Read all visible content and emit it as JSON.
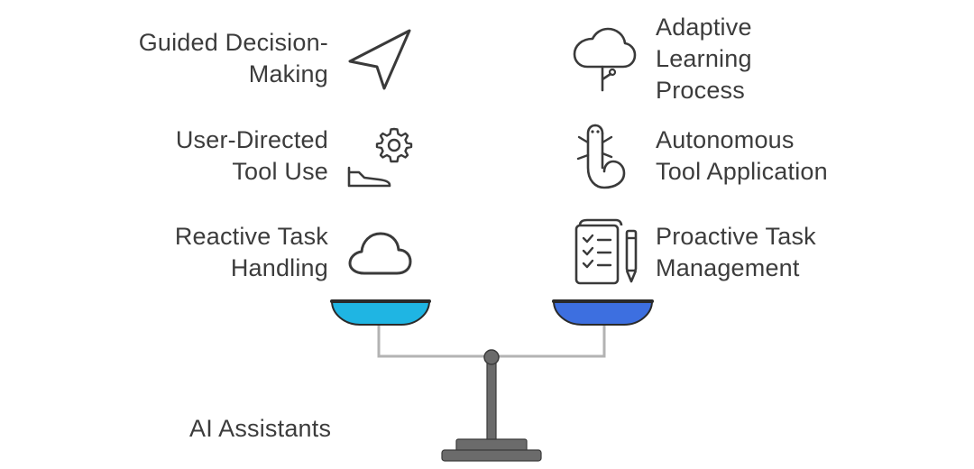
{
  "left_items": [
    {
      "line1": "Guided Decision-",
      "line2": "Making",
      "icon": "navigation-arrow-icon"
    },
    {
      "line1": "User-Directed",
      "line2": "Tool Use",
      "icon": "gear-hand-icon"
    },
    {
      "line1": "Reactive Task",
      "line2": "Handling",
      "icon": "cloud-icon"
    }
  ],
  "right_items": [
    {
      "line1": "Adaptive",
      "line2": "Learning",
      "line3": "Process",
      "icon": "cloud-tree-icon"
    },
    {
      "line1": "Autonomous",
      "line2": "Tool Application",
      "icon": "lizard-icon"
    },
    {
      "line1": "Proactive Task",
      "line2": "Management",
      "icon": "checklist-pen-icon"
    }
  ],
  "base_label": "AI Assistants",
  "colors": {
    "left_pan": "#1fb5e3",
    "right_pan": "#3d6fe0",
    "pan_rim": "#2a2a2a",
    "stand": "#6b6b6b",
    "arm": "#b3b3b3",
    "icon_stroke": "#3a3a3a",
    "text": "#3c3c3c"
  }
}
